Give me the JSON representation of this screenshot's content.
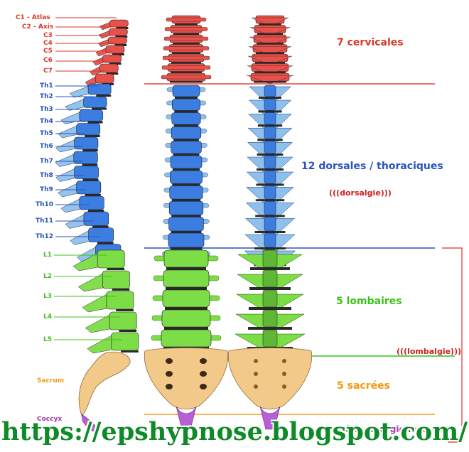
{
  "vertebra_labels": {
    "cervical": [
      "C1 - Atlas",
      "C2 - Axis",
      "C3",
      "C4",
      "C5",
      "C6",
      "C7"
    ],
    "thoracic": [
      "Th1",
      "Th2",
      "Th3",
      "Th4",
      "Th5",
      "Th6",
      "Th7",
      "Th8",
      "Th9",
      "Th10",
      "Th11",
      "Th12"
    ],
    "lumbar": [
      "L1",
      "L2",
      "L3",
      "L4",
      "L5"
    ],
    "sacrum": "Sacrum",
    "coccyx": "Coccyx"
  },
  "regions": {
    "cervical": "7 cervicales",
    "thoracic": "12 dorsales / thoraciques",
    "lumbar": "5 lombaires",
    "sacral": "5 sacrées",
    "coccygeal": "3 à 5 coccygiennes"
  },
  "notes": {
    "dorsalgie": "(((dorsalgie)))",
    "lombalgie": "(((lombalgie)))"
  },
  "watermark": "https://epshypnose.blogspot.com/",
  "colors": {
    "cervical": "#e8504a",
    "thoracic": "#3b7de0",
    "thoracic_light": "#8ec0ef",
    "lumbar": "#7ddd46",
    "sacrum": "#f3c98a",
    "coccyx": "#b75fd6",
    "disc": "#2a2a2a",
    "label_red": "#d63a2a",
    "label_blue": "#2a52be",
    "label_green": "#3cc318",
    "label_orange": "#f29a10",
    "label_purple": "#a23aa8"
  }
}
